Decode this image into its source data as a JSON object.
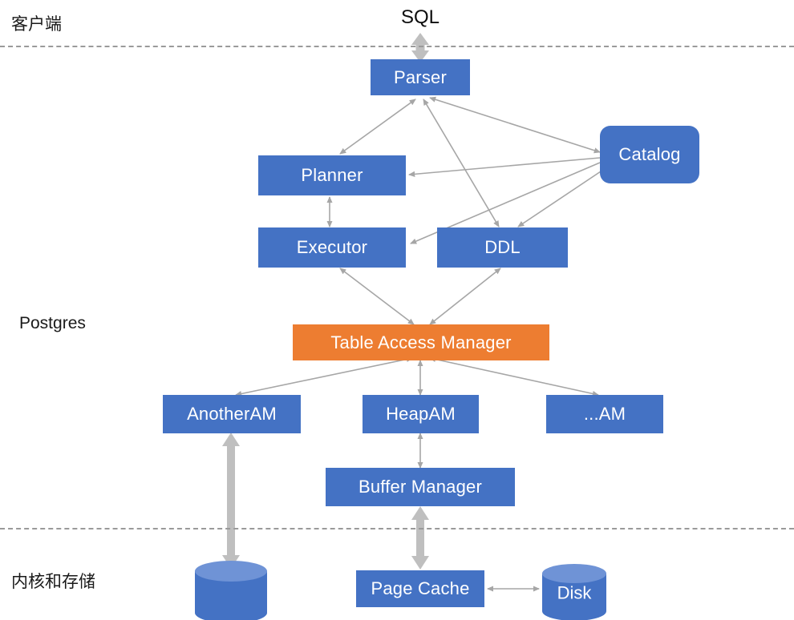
{
  "diagram": {
    "title_label": "SQL",
    "zones": [
      {
        "name": "client",
        "label": "客户端"
      },
      {
        "name": "postgres",
        "label": "Postgres"
      },
      {
        "name": "kernel-storage",
        "label": "内核和存储"
      }
    ],
    "nodes": [
      {
        "key": "parser",
        "label": "Parser"
      },
      {
        "key": "catalog",
        "label": "Catalog"
      },
      {
        "key": "planner",
        "label": "Planner"
      },
      {
        "key": "executor",
        "label": "Executor"
      },
      {
        "key": "ddl",
        "label": "DDL"
      },
      {
        "key": "table_access_manager",
        "label": "Table Access Manager"
      },
      {
        "key": "another_am",
        "label": "AnotherAM"
      },
      {
        "key": "heap_am",
        "label": "HeapAM"
      },
      {
        "key": "other_am",
        "label": "...AM"
      },
      {
        "key": "buffer_manager",
        "label": "Buffer Manager"
      },
      {
        "key": "page_cache",
        "label": "Page Cache"
      },
      {
        "key": "storage_cylinder",
        "label": ""
      },
      {
        "key": "disk",
        "label": "Disk"
      }
    ],
    "colors": {
      "box_blue": "#4472C4",
      "box_orange": "#ED7D31",
      "cylinder_top": "#6F93D6",
      "arrow_thin": "#A6A6A6",
      "arrow_thick": "#BFBFBF",
      "divider": "#9A9A9A",
      "text_light": "#FFFFFF",
      "text_dark": "#1A1A1A"
    },
    "edges": [
      {
        "from": "SQL",
        "to": "Parser",
        "style": "thick-double"
      },
      {
        "from": "Parser",
        "to": "Planner",
        "style": "thin-double"
      },
      {
        "from": "Parser",
        "to": "DDL",
        "style": "thin-double"
      },
      {
        "from": "Parser",
        "to": "Catalog",
        "style": "thin-double"
      },
      {
        "from": "Catalog",
        "to": "Planner",
        "style": "thin-single"
      },
      {
        "from": "Catalog",
        "to": "Executor",
        "style": "thin-single"
      },
      {
        "from": "Catalog",
        "to": "DDL",
        "style": "thin-single"
      },
      {
        "from": "Planner",
        "to": "Executor",
        "style": "thin-double"
      },
      {
        "from": "Executor",
        "to": "Table Access Manager",
        "style": "thin-double"
      },
      {
        "from": "DDL",
        "to": "Table Access Manager",
        "style": "thin-double"
      },
      {
        "from": "Table Access Manager",
        "to": "AnotherAM",
        "style": "thin-double"
      },
      {
        "from": "Table Access Manager",
        "to": "HeapAM",
        "style": "thin-double"
      },
      {
        "from": "Table Access Manager",
        "to": "...AM",
        "style": "thin-double"
      },
      {
        "from": "HeapAM",
        "to": "Buffer Manager",
        "style": "thin-double"
      },
      {
        "from": "AnotherAM",
        "to": "storage_cylinder",
        "style": "thick-double"
      },
      {
        "from": "Buffer Manager",
        "to": "Page Cache",
        "style": "thick-double"
      },
      {
        "from": "Page Cache",
        "to": "Disk",
        "style": "thin-double"
      }
    ]
  }
}
